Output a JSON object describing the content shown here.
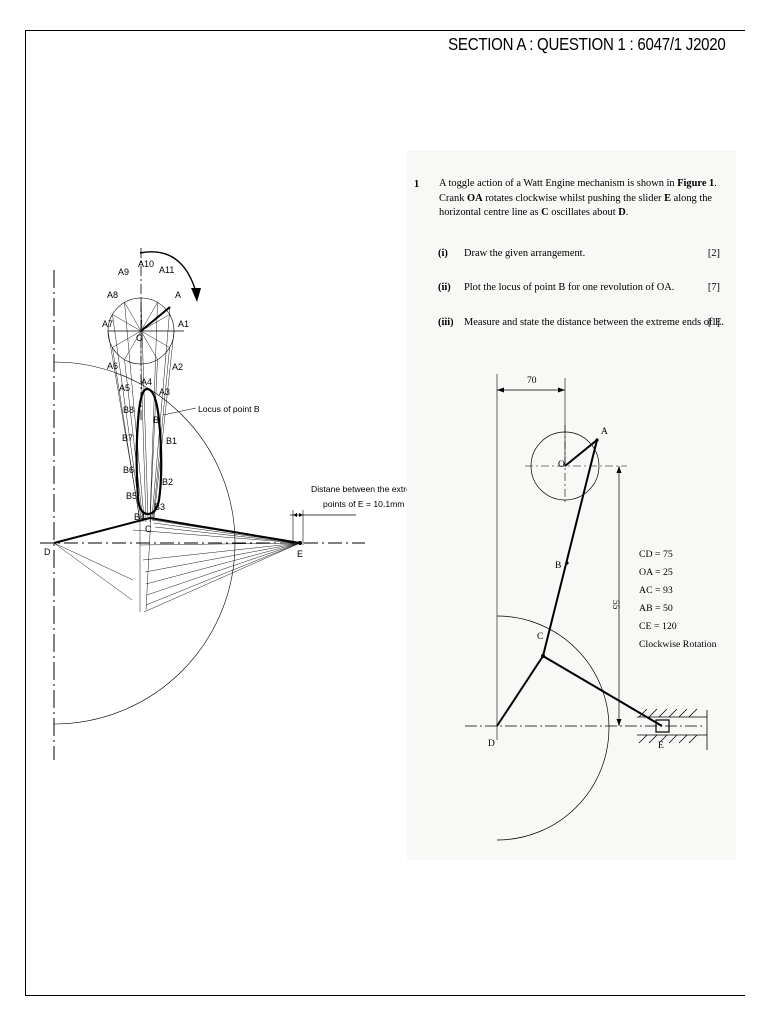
{
  "header": {
    "title": "SECTION A : QUESTION 1 : 6047/1 J2020"
  },
  "construction": {
    "crank_labels": [
      "A",
      "A1",
      "A2",
      "A3",
      "A4",
      "A5",
      "A6",
      "A7",
      "A8",
      "A9",
      "A10",
      "A11"
    ],
    "centre_label": "O",
    "locus_labels": [
      "B",
      "B1",
      "B2",
      "B3",
      "B4",
      "B5",
      "B6",
      "B7",
      "B8"
    ],
    "point_c": "C",
    "point_d": "D",
    "point_e": "E",
    "locus_note": "Locus of point B",
    "extreme_note_line1": "Distane between the extreme",
    "extreme_note_line2": "points of E = 10.1mm"
  },
  "question": {
    "number": "1",
    "intro_part1": "A toggle action of a Watt Engine mechanism is shown in ",
    "intro_figure": "Figure 1",
    "intro_part2": ". Crank ",
    "intro_oa": "OA",
    "intro_part3": " rotates clockwise whilst pushing the slider ",
    "intro_e": "E",
    "intro_part4": " along the horizontal centre line as ",
    "intro_c": "C",
    "intro_part5": " oscillates about ",
    "intro_d": "D",
    "intro_part6": ".",
    "parts": [
      {
        "roman": "(i)",
        "text": "Draw the given arrangement.",
        "marks": "[2]"
      },
      {
        "roman": "(ii)",
        "text": "Plot the locus of point B for one revolution of OA.",
        "marks": "[7]"
      },
      {
        "roman": "(iii)",
        "text": "Measure and state the distance between the extreme ends of E.",
        "marks": "[1]"
      }
    ]
  },
  "figure": {
    "dim_horizontal": "70",
    "dim_vertical": "55",
    "labels": {
      "a": "A",
      "o": "O",
      "b": "B",
      "c": "C",
      "d": "D",
      "e": "E"
    },
    "specs": [
      "CD = 75",
      "OA = 25",
      "AC = 93",
      "AB = 50",
      "CE = 120",
      "Clockwise Rotation"
    ]
  }
}
